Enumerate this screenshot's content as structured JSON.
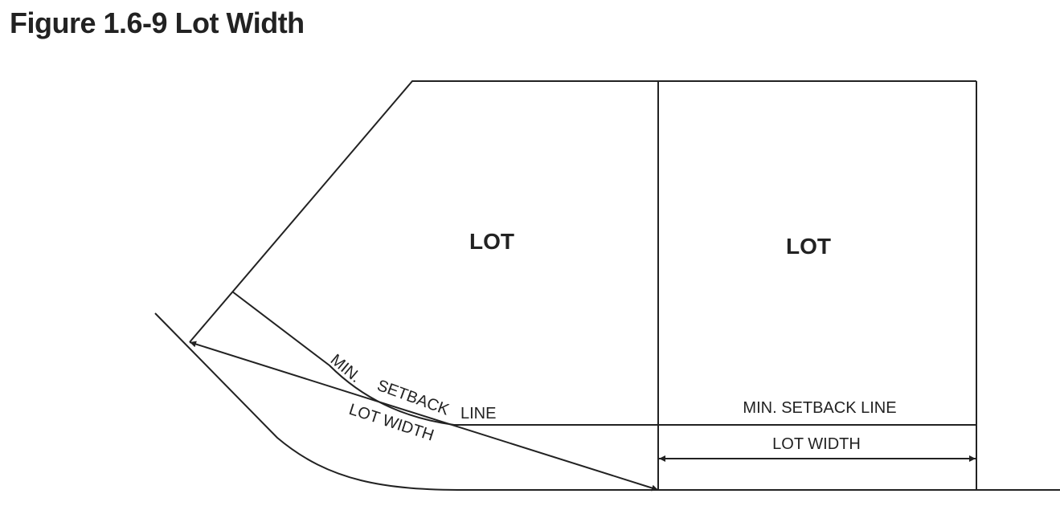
{
  "title": "Figure 1.6-9 Lot Width",
  "diagram": {
    "left_lot_label": "LOT",
    "right_lot_label": "LOT",
    "left_setback_label_part1": "MIN.",
    "left_setback_label_part2": "SETBACK",
    "left_setback_label_part3": "LINE",
    "left_lot_width_label": "LOT WIDTH",
    "right_setback_label": "MIN. SETBACK LINE",
    "right_lot_width_label": "LOT WIDTH"
  }
}
